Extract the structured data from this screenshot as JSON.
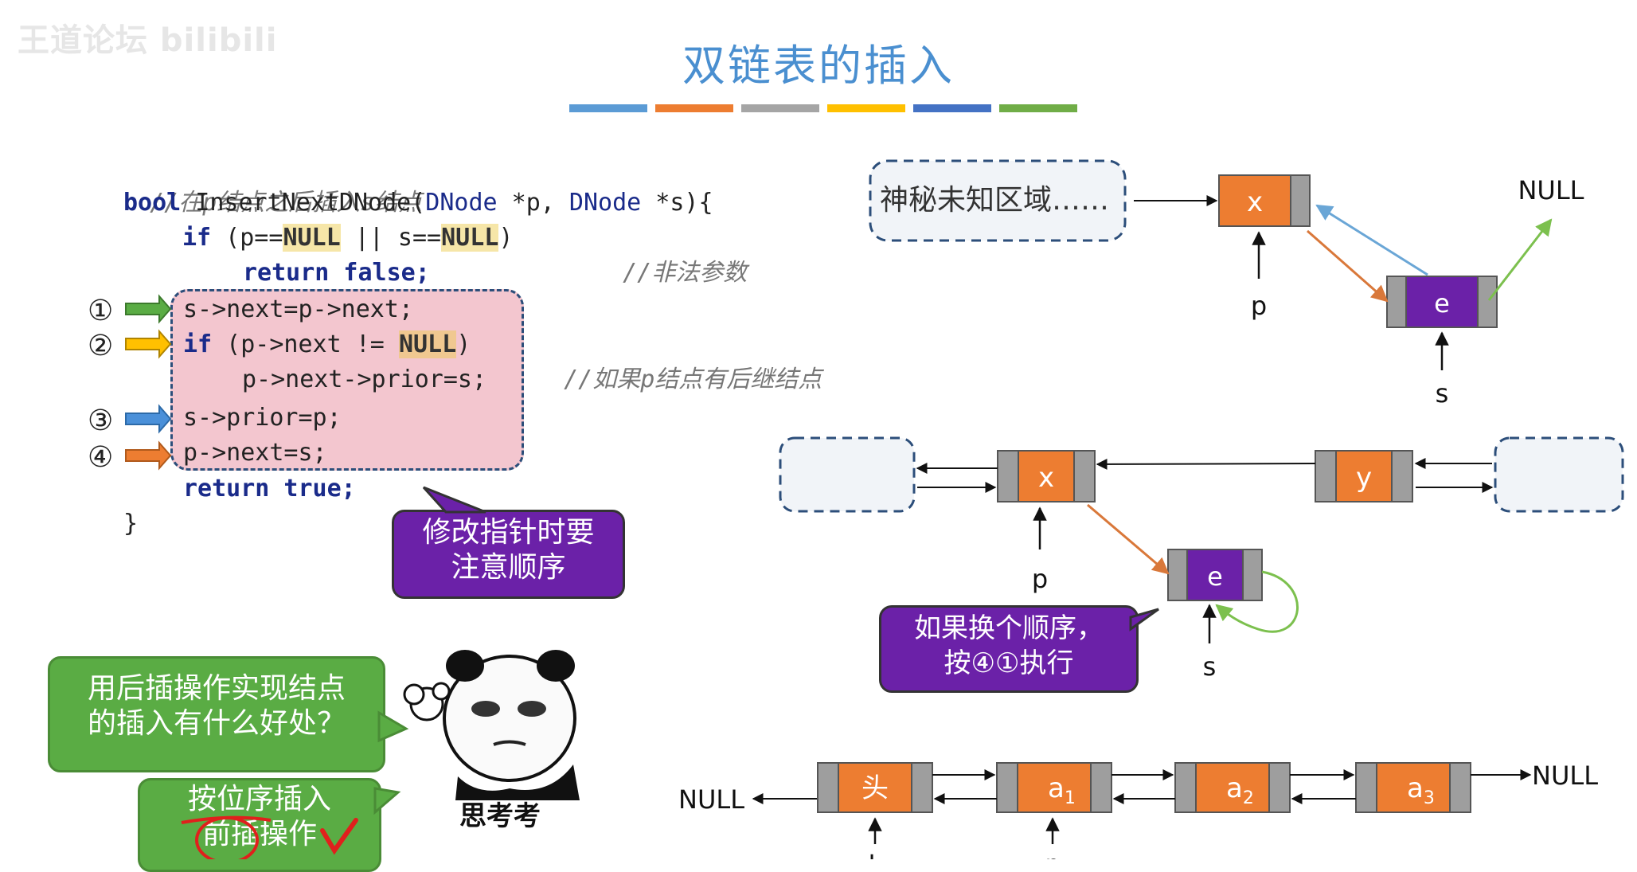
{
  "watermark": "王道论坛 bilibili",
  "title": "双链表的插入",
  "title_bar_colors": [
    "#5b9bd5",
    "#ed7d31",
    "#a5a5a5",
    "#ffc000",
    "#4472c4",
    "#70ad47"
  ],
  "code": {
    "comment_head": "//在p结点之后插入s结点",
    "line_sig_kw": "bool",
    "line_sig_fn": " InsertNextDNode(",
    "line_sig_t1": "DNode",
    "line_sig_p": " *p, ",
    "line_sig_t2": "DNode",
    "line_sig_s": " *s){",
    "if_kw": "if",
    "if_open": " (p==",
    "null": "NULL",
    "if_or": " || s==",
    "if_close": ")",
    "comment_illegal": "//非法参数",
    "return_false": "return false;",
    "step1": "s->next=p->next;",
    "step2_kw": "if",
    "step2_rest": " (p->next != ",
    "step2_close": ")",
    "comment_has_next": "//如果p结点有后继结点",
    "step2b": "p->next->prior=s;",
    "step3": "s->prior=p;",
    "step4": "p->next=s;",
    "return_true": "return true;",
    "close_brace": "}"
  },
  "step_markers": [
    {
      "label": "①",
      "color": "#5aac44"
    },
    {
      "label": "②",
      "color": "#ffc000"
    },
    {
      "label": "③",
      "color": "#4a90d9"
    },
    {
      "label": "④",
      "color": "#ed7d31"
    }
  ],
  "bubble_order": [
    "修改指针时要",
    "注意顺序"
  ],
  "bubble_swap": [
    "如果换个顺序，",
    "按④①执行"
  ],
  "bubble_question": [
    "用后插操作实现结点",
    "的插入有什么好处？"
  ],
  "bubble_answer": [
    "按位序插入",
    "前插操作"
  ],
  "meme_caption": "思考考",
  "diagram_top": {
    "unknown_region": "神秘未知区域……",
    "node_x": "x",
    "node_e": "e",
    "label_p": "p",
    "label_s": "s",
    "null": "NULL"
  },
  "diagram_mid": {
    "node_x": "x",
    "node_y": "y",
    "node_e": "e",
    "label_p": "p",
    "label_s": "s"
  },
  "diagram_bottom": {
    "null_left": "NULL",
    "null_right": "NULL",
    "head": "头",
    "a1": "a",
    "a2": "a",
    "a3": "a",
    "sub1": "1",
    "sub2": "2",
    "sub3": "3",
    "label_l": "L",
    "label_p": "p"
  },
  "colors": {
    "node_orange": "#ed7d31",
    "node_purple": "#6b21a8",
    "node_gray": "#9e9e9e",
    "arrow_blue": "#6aa6d6",
    "arrow_orange": "#d9783a",
    "arrow_green": "#7cc04e",
    "check_red": "#e0201c"
  }
}
